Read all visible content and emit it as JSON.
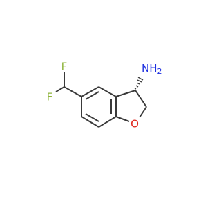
{
  "atoms": {
    "fluorine_top": "F",
    "fluorine_left": "F",
    "oxygen": "O",
    "amine": "NH",
    "amine_h_count": "2"
  },
  "colors": {
    "bond": "#3a3a3a",
    "fluorine": "#8fb43c",
    "oxygen": "#e0251b",
    "nitrogen": "#1d2fe0"
  }
}
